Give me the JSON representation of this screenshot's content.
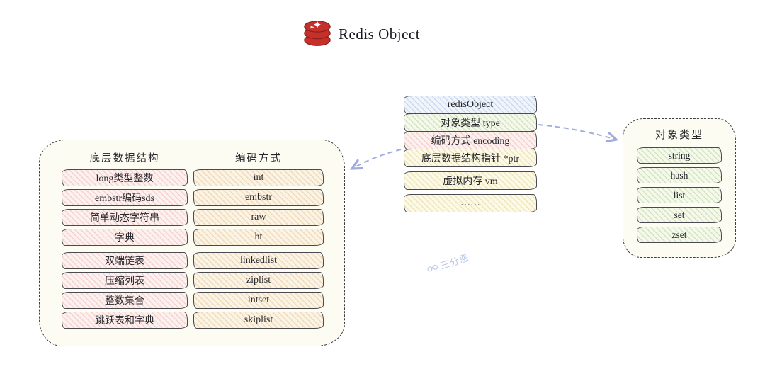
{
  "header": {
    "title": "Redis Object"
  },
  "center": {
    "rows": [
      {
        "label": "redisObject",
        "color": "blue"
      },
      {
        "label": "对象类型 type",
        "color": "green"
      },
      {
        "label": "编码方式 encoding",
        "color": "pink"
      },
      {
        "label": "底层数据结构指针 *ptr",
        "color": "yellow"
      },
      {
        "label": "虚拟内存 vm",
        "color": "yellow"
      },
      {
        "label": "……",
        "color": "yellow"
      }
    ]
  },
  "right_panel": {
    "title": "对象类型",
    "items": [
      "string",
      "hash",
      "list",
      "set",
      "zset"
    ]
  },
  "left_panel": {
    "col1_header": "底层数据结构",
    "col2_header": "编码方式",
    "rows": [
      {
        "structure": "long类型整数",
        "encoding": "int"
      },
      {
        "structure": "embstr编码sds",
        "encoding": "embstr"
      },
      {
        "structure": "简单动态字符串",
        "encoding": "raw"
      },
      {
        "structure": "字典",
        "encoding": "ht"
      },
      {
        "structure": "双端链表",
        "encoding": "linkedlist"
      },
      {
        "structure": "压缩列表",
        "encoding": "ziplist"
      },
      {
        "structure": "整数集合",
        "encoding": "intset"
      },
      {
        "structure": "跳跃表和字典",
        "encoding": "skiplist"
      }
    ]
  },
  "watermark": {
    "text": "三分恶"
  },
  "colors": {
    "redis_red": "#c6302b",
    "redis_red_dark": "#8c1d18",
    "arrow": "#a2abde",
    "blue_fill": "#f0f4fb",
    "green_fill": "#f4f9ec",
    "pink_fill": "#fdf1f0",
    "yellow_fill": "#fcf9e7",
    "orange_fill": "#fbf3e4",
    "panel_bg": "#fcfcf2"
  }
}
